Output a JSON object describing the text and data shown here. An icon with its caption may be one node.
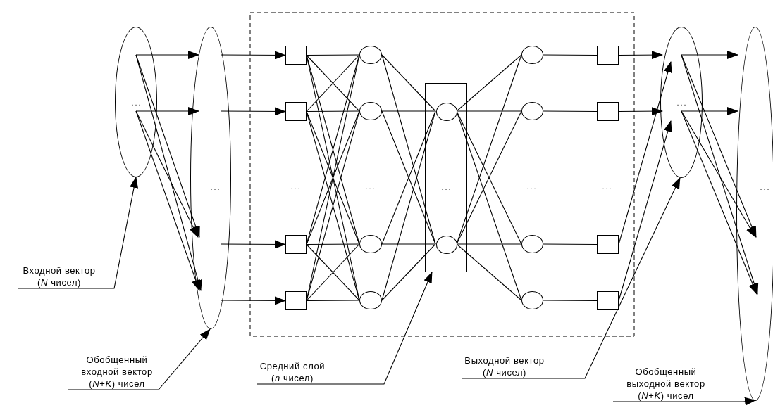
{
  "diagram": {
    "nodes": [
      {
        "text": [
          "..."
        ]
      },
      {
        "text": [
          "..."
        ]
      },
      {
        "text": [],
        "shape": "box"
      },
      {
        "text": [],
        "shape": "box"
      },
      {
        "text": [],
        "shape": "box"
      },
      {
        "text": [],
        "shape": "box"
      },
      {
        "text": [],
        "shape": "circle"
      },
      {
        "text": [],
        "shape": "circle"
      },
      {
        "text": [],
        "shape": "circle"
      },
      {
        "text": [],
        "shape": "circle"
      },
      {
        "text": [
          "..."
        ]
      },
      {
        "text": [],
        "shape": "circle",
        "in": 10
      },
      {
        "text": [],
        "shape": "circle",
        "in": 10
      },
      {
        "text": [],
        "shape": "circle"
      },
      {
        "text": [],
        "shape": "circle"
      },
      {
        "text": [],
        "shape": "circle"
      },
      {
        "text": [],
        "shape": "circle"
      },
      {
        "text": [],
        "shape": "box"
      },
      {
        "text": [],
        "shape": "box"
      },
      {
        "text": [],
        "shape": "box"
      },
      {
        "text": [],
        "shape": "box"
      },
      {
        "text": [
          "..."
        ]
      },
      {
        "text": [
          "..."
        ]
      },
      {
        "text": [
          "Входной вектор (*N* чисел)"
        ]
      },
      {
        "text": [
          "Обобщенный входной вектор (*N*+*K*) чисел"
        ]
      },
      {
        "text": [
          "Средний слой (*n* чисел)"
        ]
      },
      {
        "text": [
          "Выходной вектор (*N* чисел)"
        ]
      },
      {
        "text": [
          "Обобщенный выходной вектор (*N*+*K*) чисел"
        ]
      }
    ],
    "edges": [
      {
        "from": 0,
        "to": 1,
        "arrow": "to"
      },
      {
        "from": 0,
        "to": 1,
        "arrow": "to"
      },
      {
        "from": 0,
        "to": 1,
        "arrow": "to"
      },
      {
        "from": 0,
        "to": 1,
        "arrow": "to"
      },
      {
        "from": 0,
        "to": 1,
        "arrow": "to"
      },
      {
        "from": 0,
        "to": 1,
        "arrow": "to"
      },
      {
        "from": 1,
        "to": 2,
        "arrow": "to"
      },
      {
        "from": 1,
        "to": 3,
        "arrow": "to"
      },
      {
        "from": 1,
        "to": 4,
        "arrow": "to"
      },
      {
        "from": 1,
        "to": 5,
        "arrow": "to"
      },
      {
        "from": 2,
        "to": 6,
        "arrow": "none"
      },
      {
        "from": 2,
        "to": 7,
        "arrow": "none"
      },
      {
        "from": 2,
        "to": 8,
        "arrow": "none"
      },
      {
        "from": 2,
        "to": 9,
        "arrow": "none"
      },
      {
        "from": 3,
        "to": 6,
        "arrow": "none"
      },
      {
        "from": 3,
        "to": 7,
        "arrow": "none"
      },
      {
        "from": 3,
        "to": 8,
        "arrow": "none"
      },
      {
        "from": 3,
        "to": 9,
        "arrow": "none"
      },
      {
        "from": 4,
        "to": 6,
        "arrow": "none"
      },
      {
        "from": 4,
        "to": 7,
        "arrow": "none"
      },
      {
        "from": 4,
        "to": 8,
        "arrow": "none"
      },
      {
        "from": 4,
        "to": 9,
        "arrow": "none"
      },
      {
        "from": 5,
        "to": 6,
        "arrow": "none"
      },
      {
        "from": 5,
        "to": 7,
        "arrow": "none"
      },
      {
        "from": 5,
        "to": 8,
        "arrow": "none"
      },
      {
        "from": 5,
        "to": 9,
        "arrow": "none"
      },
      {
        "from": 6,
        "to": 11,
        "arrow": "none"
      },
      {
        "from": 6,
        "to": 12,
        "arrow": "none"
      },
      {
        "from": 7,
        "to": 11,
        "arrow": "none"
      },
      {
        "from": 7,
        "to": 12,
        "arrow": "none"
      },
      {
        "from": 8,
        "to": 11,
        "arrow": "none"
      },
      {
        "from": 8,
        "to": 12,
        "arrow": "none"
      },
      {
        "from": 9,
        "to": 11,
        "arrow": "none"
      },
      {
        "from": 9,
        "to": 12,
        "arrow": "none"
      },
      {
        "from": 11,
        "to": 13,
        "arrow": "none"
      },
      {
        "from": 11,
        "to": 14,
        "arrow": "none"
      },
      {
        "from": 11,
        "to": 15,
        "arrow": "none"
      },
      {
        "from": 11,
        "to": 16,
        "arrow": "none"
      },
      {
        "from": 12,
        "to": 13,
        "arrow": "none"
      },
      {
        "from": 12,
        "to": 14,
        "arrow": "none"
      },
      {
        "from": 12,
        "to": 15,
        "arrow": "none"
      },
      {
        "from": 12,
        "to": 16,
        "arrow": "none"
      },
      {
        "from": 13,
        "to": 17,
        "arrow": "none"
      },
      {
        "from": 14,
        "to": 18,
        "arrow": "none"
      },
      {
        "from": 15,
        "to": 19,
        "arrow": "none"
      },
      {
        "from": 16,
        "to": 20,
        "arrow": "none"
      },
      {
        "from": 17,
        "to": 21,
        "arrow": "to"
      },
      {
        "from": 18,
        "to": 21,
        "arrow": "to"
      },
      {
        "from": 19,
        "to": 21,
        "arrow": "to"
      },
      {
        "from": 20,
        "to": 21,
        "arrow": "to"
      },
      {
        "from": 21,
        "to": 22,
        "arrow": "to"
      },
      {
        "from": 21,
        "to": 22,
        "arrow": "to"
      },
      {
        "from": 21,
        "to": 22,
        "arrow": "to"
      },
      {
        "from": 21,
        "to": 22,
        "arrow": "to"
      },
      {
        "from": 21,
        "to": 22,
        "arrow": "to"
      },
      {
        "from": 21,
        "to": 22,
        "arrow": "to"
      },
      {
        "from": 23,
        "to": 0,
        "arrow": "to"
      },
      {
        "from": 24,
        "to": 1,
        "arrow": "to"
      },
      {
        "from": 25,
        "to": 10,
        "arrow": "to"
      },
      {
        "from": 26,
        "to": 21,
        "arrow": "to"
      },
      {
        "from": 27,
        "to": 22,
        "arrow": "to"
      }
    ],
    "labels": [
      "...",
      "...",
      "...",
      "..."
    ]
  }
}
